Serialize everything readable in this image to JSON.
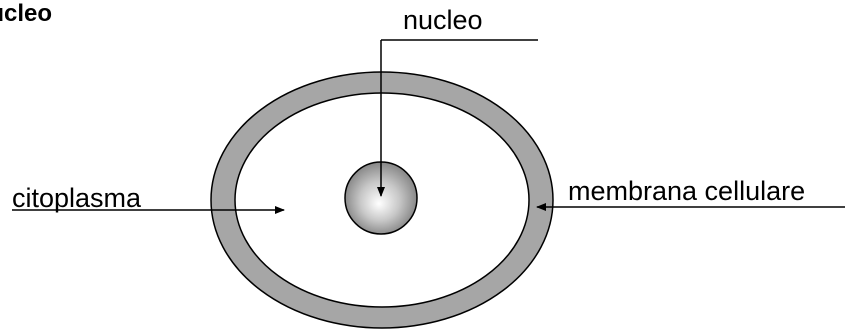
{
  "diagram": {
    "title": "Nucleo",
    "labels": {
      "nucleus": "nucleo",
      "cytoplasm": "citoplasma",
      "membrane": "membrana cellulare"
    },
    "colors": {
      "membrane_fill": "#a6a6a6",
      "outline": "#000000",
      "nucleus_light": "#ffffff",
      "nucleus_dark": "#666666"
    }
  }
}
